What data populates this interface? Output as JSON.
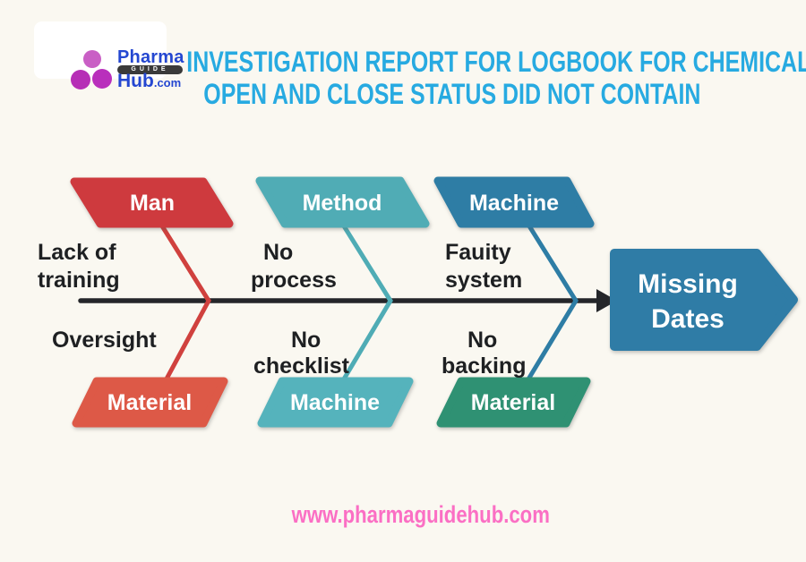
{
  "logo": {
    "word1": "Pharma",
    "badge": "GUIDE",
    "word2": "Hub",
    "word2_suffix": ".com",
    "text_color": "#2447d1",
    "circle_color": "#b62eb6",
    "circle_light_color": "#c95fc5",
    "badge_bg": "#3a3a3a"
  },
  "title": {
    "line1": "INVESTIGATION REPORT FOR LOGBOOK FOR CHEMICAL",
    "line2": "OPEN AND CLOSE STATUS DID NOT CONTAIN",
    "color": "#27aae1"
  },
  "diagram": {
    "type": "fishbone",
    "spine_color": "#24262a",
    "effect": {
      "label_line1": "Missing",
      "label_line2": "Dates",
      "color": "#2f7ca6"
    },
    "branches_top": [
      {
        "label": "Man",
        "color": "#ce3a3e",
        "bone_color": "#d0413e"
      },
      {
        "label": "Method",
        "color": "#50acb5",
        "bone_color": "#4facb5"
      },
      {
        "label": "Machine",
        "color": "#2e7da5",
        "bone_color": "#2e7da5"
      }
    ],
    "branches_bottom": [
      {
        "label": "Material",
        "color": "#dd5947"
      },
      {
        "label": "Machine",
        "color": "#55b3bc"
      },
      {
        "label": "Material",
        "color": "#2f9173"
      }
    ],
    "causes_top": [
      {
        "lines": [
          "Lack of",
          "training"
        ]
      },
      {
        "lines": [
          "No",
          "process"
        ]
      },
      {
        "lines": [
          "Fauity",
          "system"
        ]
      }
    ],
    "causes_bottom": [
      {
        "lines": [
          "Oversight",
          ""
        ]
      },
      {
        "lines": [
          "No",
          "checklist"
        ]
      },
      {
        "lines": [
          "No",
          "backing"
        ]
      }
    ]
  },
  "footer": {
    "url": "www.pharmaguidehub.com",
    "color": "#fb6fc4"
  }
}
